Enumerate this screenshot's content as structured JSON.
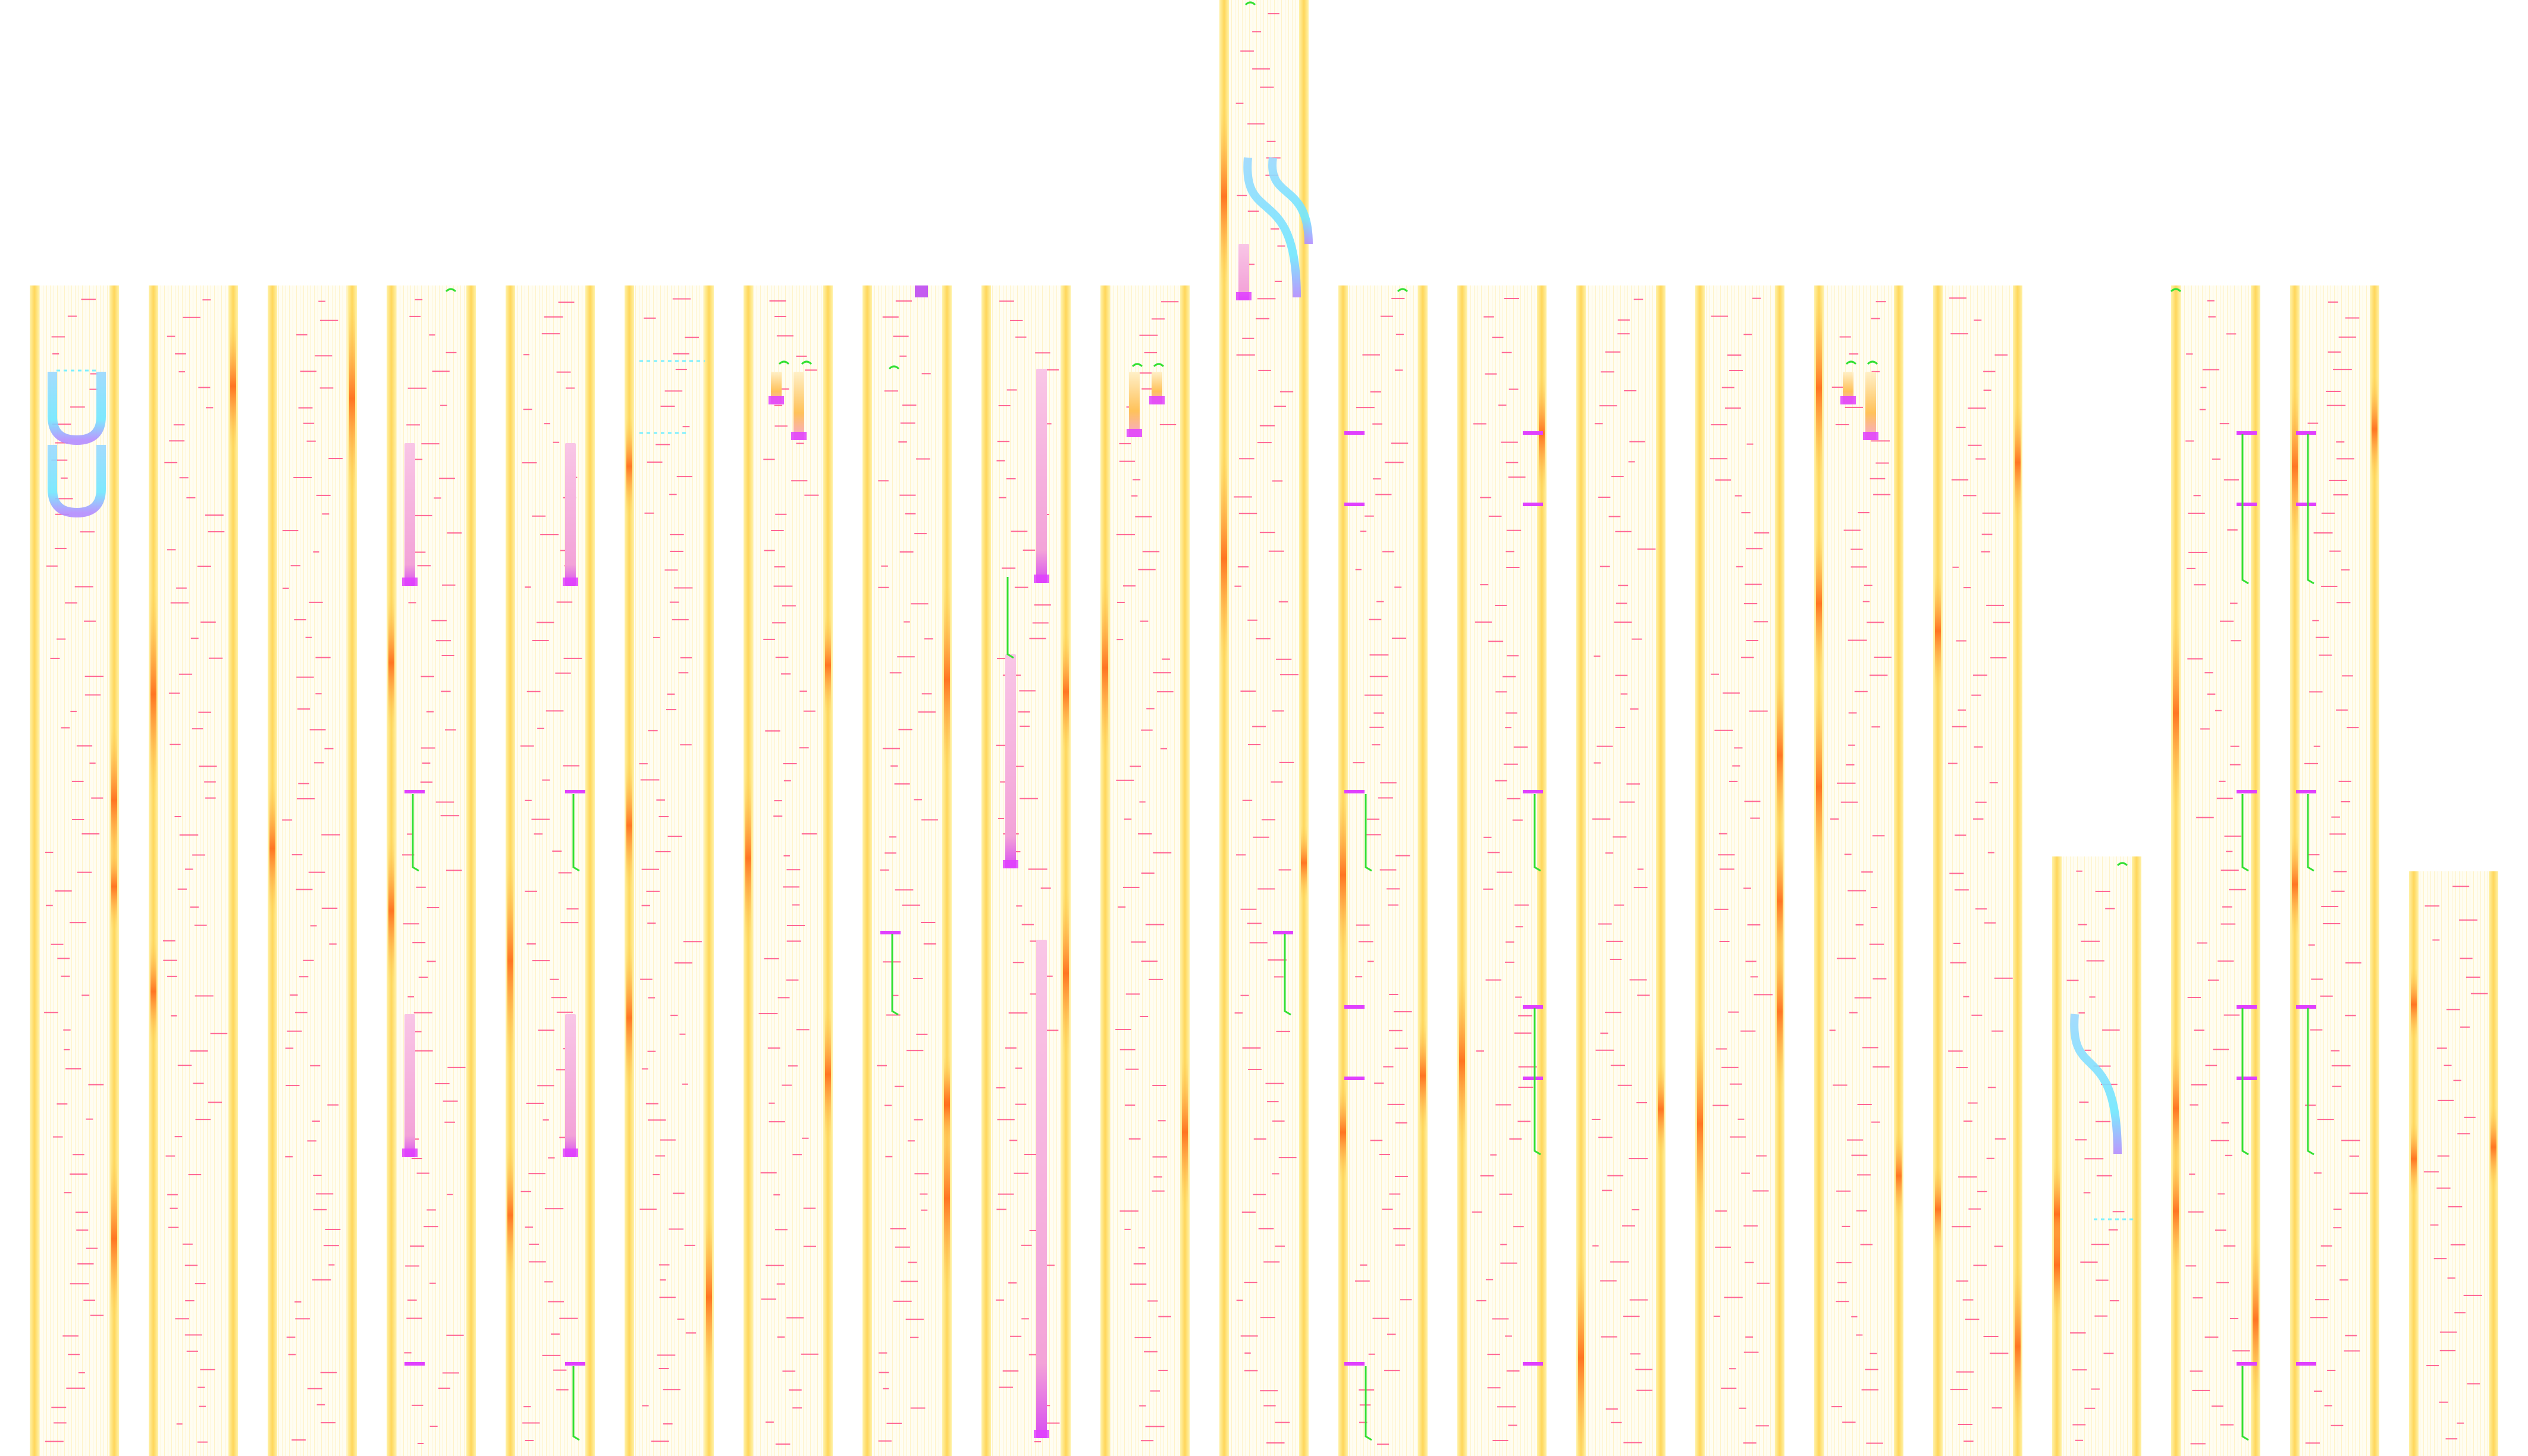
{
  "title": "",
  "colors": {
    "background": "#ffffff",
    "lane_fill": "#fffdf2",
    "lane_stripe": "#fff6c6",
    "wall_outer": "#ffe98a",
    "wall_inner": "#ffd65a",
    "wall_hot": "#ff8a2a",
    "tick_text": "#ff3377",
    "bar_magenta": "#e040ff",
    "bar_pink": "#f7a8d6",
    "bar_orange": "#ffc25a",
    "arc_cyan": "#6fe7ff",
    "arc_violet": "#b38cff",
    "link_green": "#33e033",
    "gap_cyan": "#7ff0ff"
  },
  "lanes": [
    {
      "id": "lane-01",
      "top": "short",
      "extent": "full"
    },
    {
      "id": "lane-02",
      "top": "short",
      "extent": "full"
    },
    {
      "id": "lane-03",
      "top": "short",
      "extent": "full"
    },
    {
      "id": "lane-04",
      "top": "short",
      "extent": "full"
    },
    {
      "id": "lane-05",
      "top": "short",
      "extent": "full"
    },
    {
      "id": "lane-06",
      "top": "short",
      "extent": "full"
    },
    {
      "id": "lane-07",
      "top": "short",
      "extent": "full"
    },
    {
      "id": "lane-08",
      "top": "short",
      "extent": "full"
    },
    {
      "id": "lane-09",
      "top": "short",
      "extent": "full"
    },
    {
      "id": "lane-10",
      "top": "short",
      "extent": "full"
    },
    {
      "id": "lane-11",
      "top": "tall",
      "extent": "full"
    },
    {
      "id": "lane-12",
      "top": "short",
      "extent": "full"
    },
    {
      "id": "lane-13",
      "top": "short",
      "extent": "full"
    },
    {
      "id": "lane-14",
      "top": "short",
      "extent": "full"
    },
    {
      "id": "lane-15",
      "top": "short",
      "extent": "full"
    },
    {
      "id": "lane-16",
      "top": "short",
      "extent": "full"
    },
    {
      "id": "lane-17",
      "top": "short",
      "extent": "full"
    },
    {
      "id": "lane-18",
      "top": "low",
      "extent": "partial"
    },
    {
      "id": "lane-19",
      "top": "short",
      "extent": "full"
    },
    {
      "id": "lane-20",
      "top": "short",
      "extent": "full"
    },
    {
      "id": "lane-21",
      "top": "lowest",
      "extent": "partial"
    }
  ]
}
